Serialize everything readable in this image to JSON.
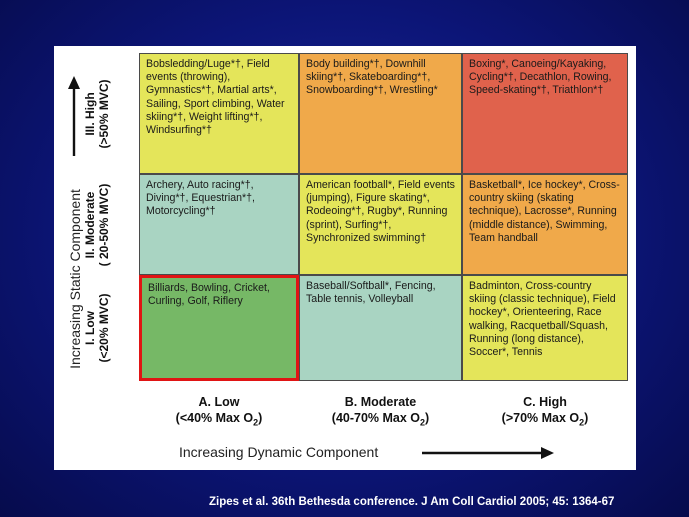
{
  "axes": {
    "y_title": "Increasing Static Component",
    "x_title": "Increasing Dynamic Component"
  },
  "columns": [
    {
      "name": "A. Low",
      "range_prefix": "(<40% Max O",
      "range_suffix": ")"
    },
    {
      "name": "B. Moderate",
      "range_prefix": "(40-70% Max O",
      "range_suffix": ")"
    },
    {
      "name": "C. High",
      "range_prefix": "(>70% Max O",
      "range_suffix": ")"
    }
  ],
  "subscript": "2",
  "rows": [
    {
      "name": "III. High",
      "range": "(>50% MVC)"
    },
    {
      "name": "II. Moderate",
      "range": "( 20-50% MVC)"
    },
    {
      "name": "I. Low",
      "range": "(<20% MVC)"
    }
  ],
  "cells": {
    "high_low": "Bobsledding/Luge*†, Field events (throwing), Gymnastics*†, Martial arts*, Sailing, Sport climbing, Water skiing*†, Weight lifting*†, Windsurfing*†",
    "high_moderate": "Body building*†, Downhill skiing*†, Skateboarding*†, Snowboarding*†, Wrestling*",
    "high_high": "Boxing*, Canoeing/Kayaking, Cycling*†, Decathlon, Rowing, Speed-skating*†, Triathlon*†",
    "moderate_low": "Archery, Auto racing*†, Diving*†, Equestrian*†, Motorcycling*†",
    "moderate_moderate": "American football*, Field events (jumping), Figure skating*, Rodeoing*†, Rugby*, Running (sprint), Surfing*†, Synchronized swimming†",
    "moderate_high": "Basketball*, Ice hockey*, Cross-country skiing (skating technique), Lacrosse*, Running (middle distance), Swimming, Team handball",
    "low_low": "Billiards, Bowling, Cricket, Curling, Golf, Riflery",
    "low_moderate": "Baseball/Softball*, Fencing, Table tennis, Volleyball",
    "low_high": "Badminton, Cross-country skiing (classic technique), Field hockey*, Orienteering, Race walking, Racquetball/Squash, Running (long distance), Soccer*, Tennis"
  },
  "colors": {
    "yellow": "#e4e55a",
    "teal": "#a9d4c2",
    "orange": "#f0a94a",
    "red_orange": "#e0624c",
    "green": "#76b866",
    "highlight_border": "#e01414"
  },
  "citation": "Zipes et al. 36th Bethesda conference. J Am Coll Cardiol 2005; 45: 1364-67"
}
